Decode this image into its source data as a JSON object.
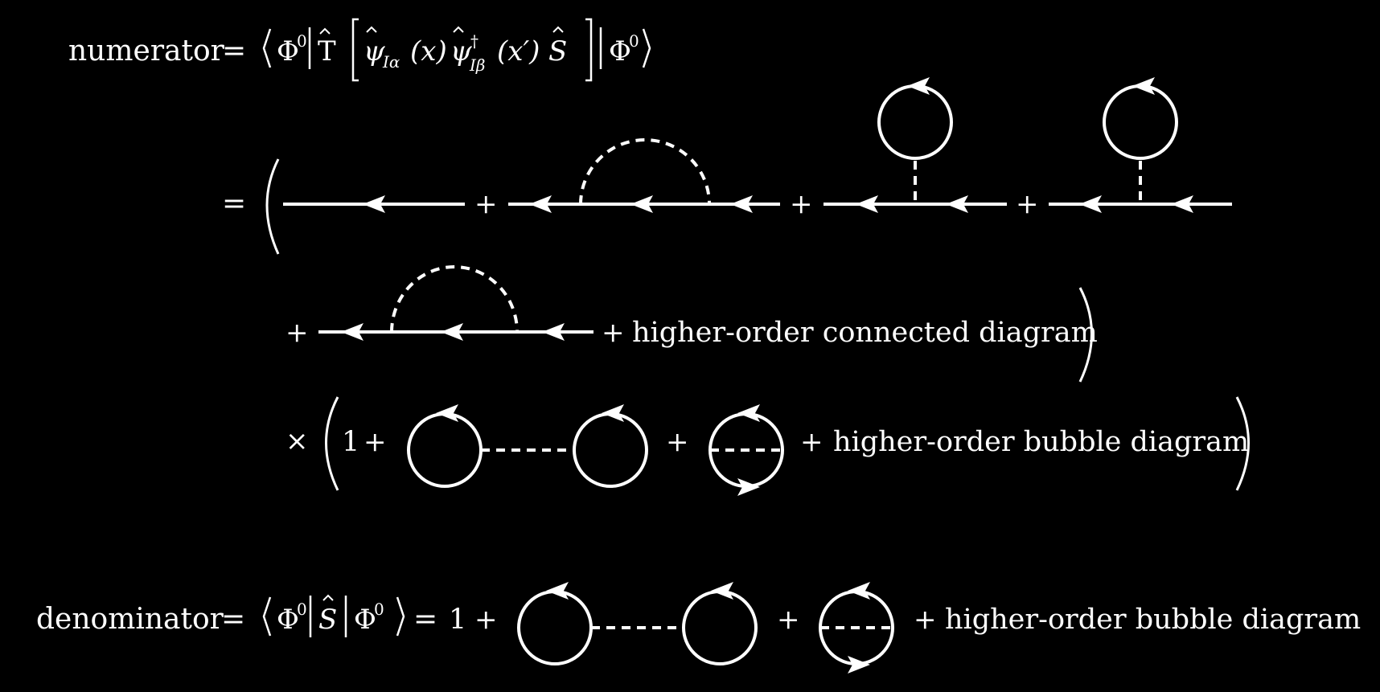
{
  "colors": {
    "background": "#000000",
    "foreground": "#ffffff"
  },
  "equation": {
    "numerator_label": "numerator",
    "equals": "=",
    "plus": "+",
    "times": "×",
    "one": "1",
    "higher_order_connected": "higher-order connected diagram",
    "higher_order_bubble": "higher-order bubble diagram",
    "denominator_label": "denominator",
    "numerator_math": {
      "phi0": "Φ",
      "zero_sup": "0",
      "time_order": "T",
      "psi": "ψ",
      "sub_I_alpha": "Iα",
      "x_arg": "(x)",
      "dagger": "†",
      "sub_I_beta": "Iβ",
      "x_prime_arg": "(x′)",
      "s_hat": "S"
    }
  },
  "diagram_types": {
    "row2": [
      "propagator",
      "self-energy-exchange",
      "tadpole",
      "tadpole"
    ],
    "row3": [
      "double-exchange"
    ],
    "row4": [
      "disconnected-bubbles",
      "exchange-bubble"
    ],
    "row5": [
      "disconnected-bubbles",
      "exchange-bubble"
    ]
  }
}
